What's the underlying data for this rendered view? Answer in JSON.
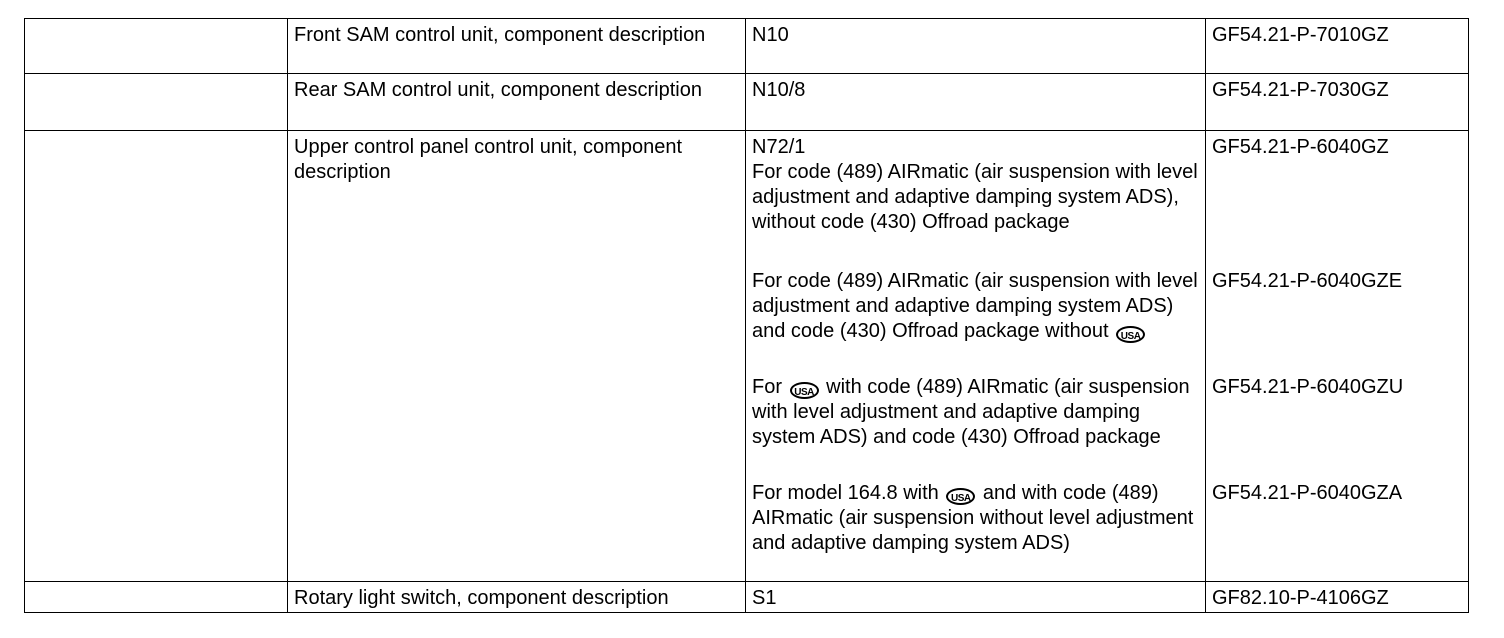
{
  "rows": [
    {
      "component": "Front SAM control unit, component description",
      "code": "N10",
      "document": "GF54.21-P-7010GZ"
    },
    {
      "component": "Rear SAM control unit, component description",
      "code": "N10/8",
      "document": "GF54.21-P-7030GZ"
    },
    {
      "component": "Upper control panel control unit, component description",
      "code": "N72/1",
      "variants": [
        {
          "text": "For code (489) AIRmatic (air suspension with level adjustment and adaptive damping system ADS), without code (430) Offroad package",
          "document": "GF54.21-P-6040GZ"
        },
        {
          "text_before": "For code (489) AIRmatic (air suspension with level adjustment and adaptive damping system ADS) and code (430) Offroad package without",
          "text_after": "",
          "document": "GF54.21-P-6040GZE"
        },
        {
          "text_before": "For",
          "text_after": "with code (489) AIRmatic (air suspension with level adjustment and adaptive damping system ADS) and code (430) Offroad package",
          "document": "GF54.21-P-6040GZU"
        },
        {
          "text_before": "For model 164.8 with",
          "text_after": "and with code (489) AIRmatic (air suspension without level adjustment and adaptive damping system ADS)",
          "document": "GF54.21-P-6040GZA"
        }
      ]
    },
    {
      "component": "Rotary light switch, component description",
      "code": "S1",
      "document": "GF82.10-P-4106GZ"
    }
  ],
  "usa_badge": "USA"
}
